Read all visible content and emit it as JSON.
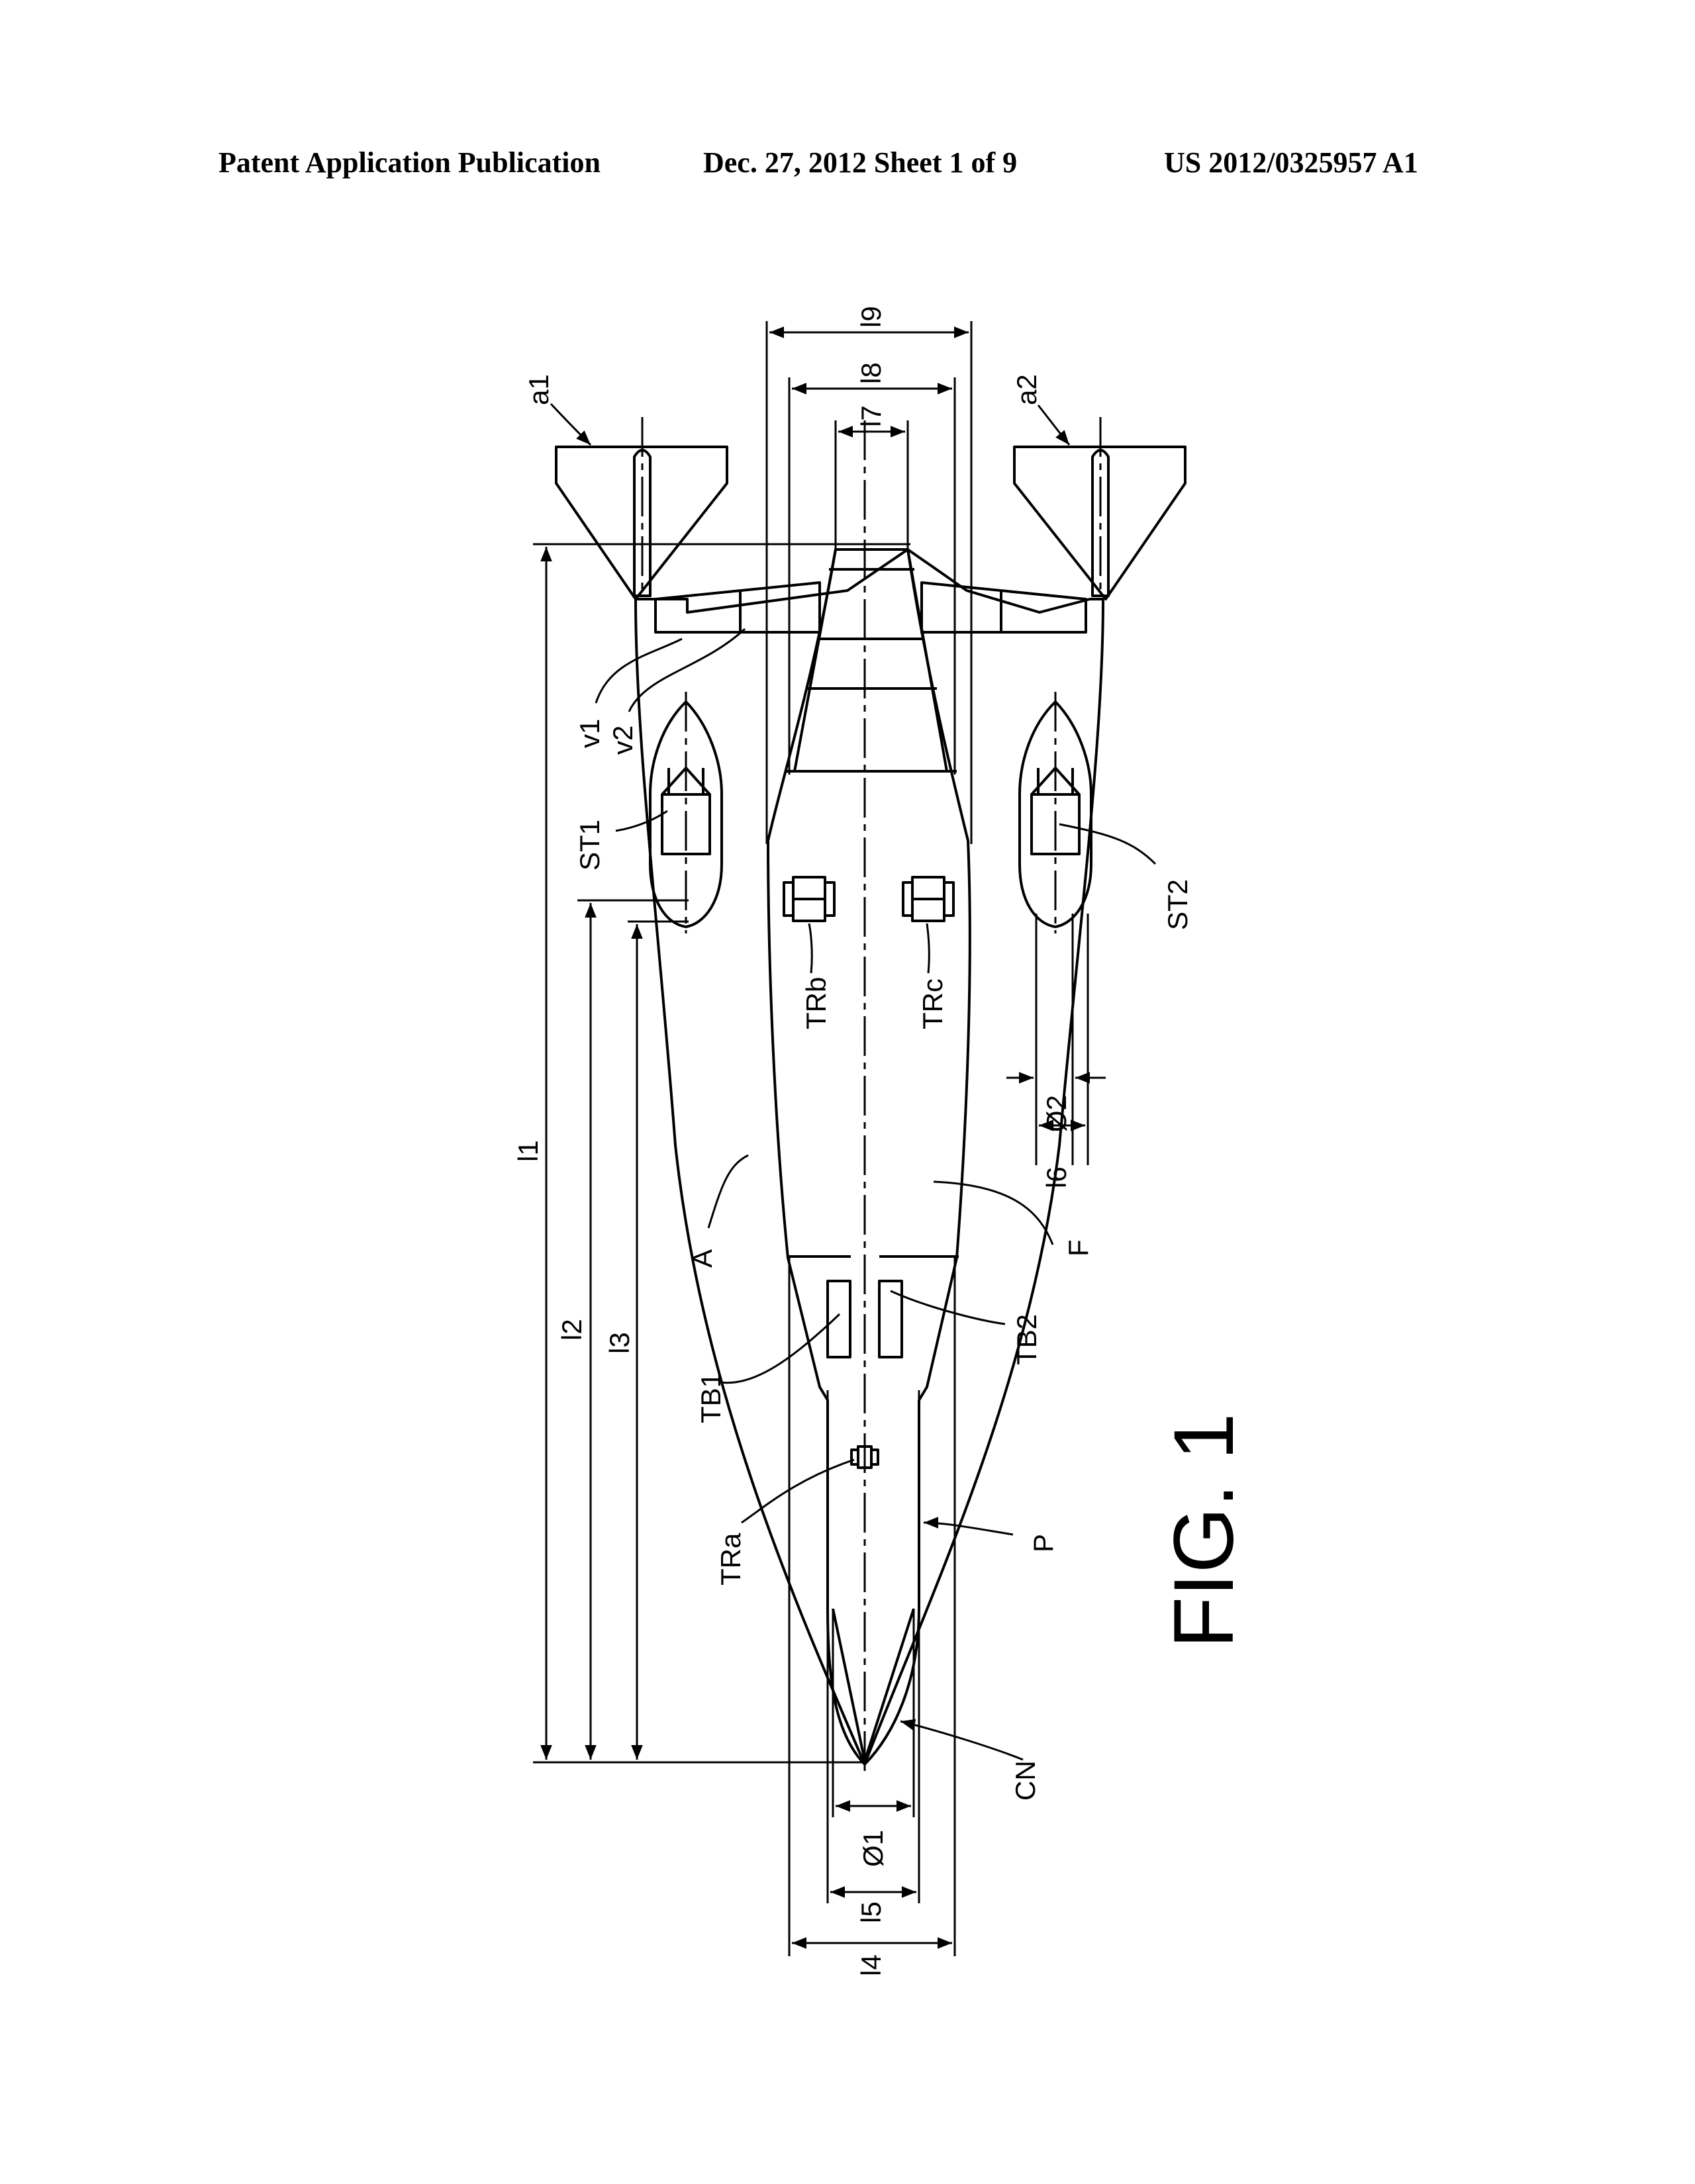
{
  "header": {
    "publication": "Patent Application Publication",
    "date_sheet": "Dec. 27, 2012   Sheet 1 of 9",
    "number": "US 2012/0325957 A1"
  },
  "figure": {
    "caption": "FIG. 1",
    "labels": {
      "a1": "a1",
      "a2": "a2",
      "v1": "v1",
      "v2": "v2",
      "ST1": "ST1",
      "ST2": "ST2",
      "TRa": "TRa",
      "TRb": "TRb",
      "TRc": "TRc",
      "TB1": "TB1",
      "TB2": "TB2",
      "A": "A",
      "F": "F",
      "P": "P",
      "CN": "CN"
    },
    "dimensions": {
      "l1": "l1",
      "l2": "l2",
      "l3": "l3",
      "l4": "l4",
      "l5": "l5",
      "l6": "l6",
      "l7": "l7",
      "l8": "l8",
      "l9": "l9",
      "d1": "Ø1",
      "d2": "Ø2"
    }
  }
}
